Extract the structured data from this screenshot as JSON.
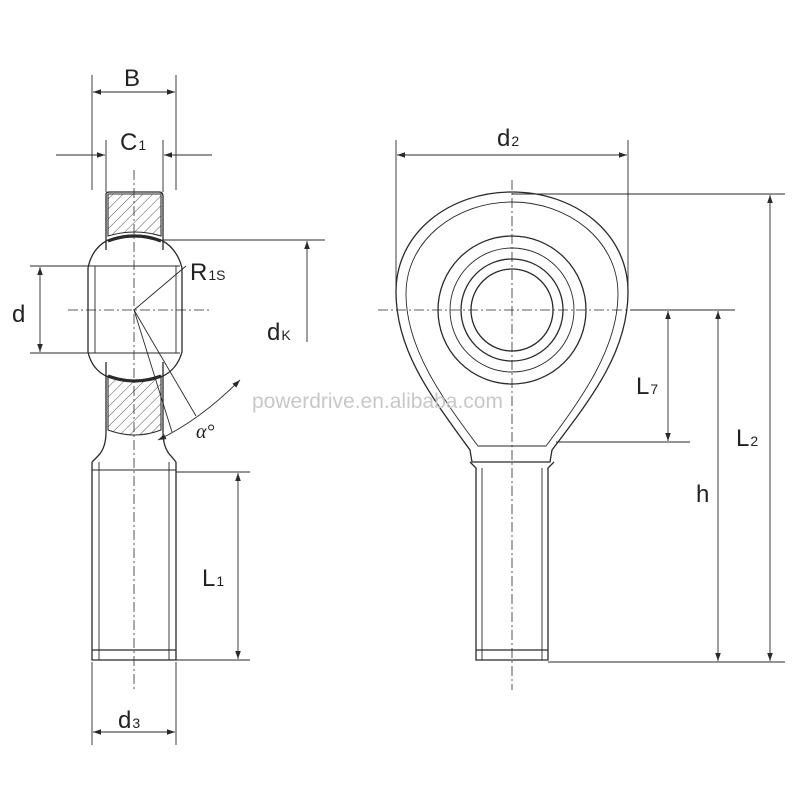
{
  "watermark": "powerdrive.en.alibaba.com",
  "labels": {
    "B": "B",
    "C1_main": "C",
    "C1_sub": "1",
    "R1s_main": "R",
    "R1s_sub": "1S",
    "d": "d",
    "dk_main": "d",
    "dk_sub": "K",
    "alpha": "α°",
    "L1_main": "L",
    "L1_sub": "1",
    "d3_main": "d",
    "d3_sub": "3",
    "d2_main": "d",
    "d2_sub": "2",
    "L7_main": "L",
    "L7_sub": "7",
    "h": "h",
    "L2_main": "L",
    "L2_sub": "2"
  }
}
